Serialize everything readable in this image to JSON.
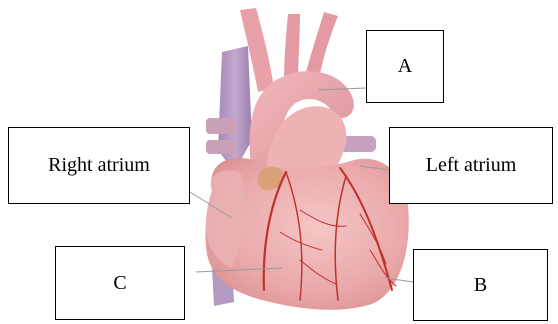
{
  "labels": {
    "a": "A",
    "right_atrium": "Right atrium",
    "left_atrium": "Left atrium",
    "c": "C",
    "b": "B"
  },
  "colors": {
    "heart_base": "#ecaeae",
    "heart_shadow": "#d98c8c",
    "vein_purple": "#b79bc4",
    "aorta_pink": "#e9a3a8",
    "coronary_red": "#c0302e",
    "leader_line": "#9a9a9a"
  }
}
